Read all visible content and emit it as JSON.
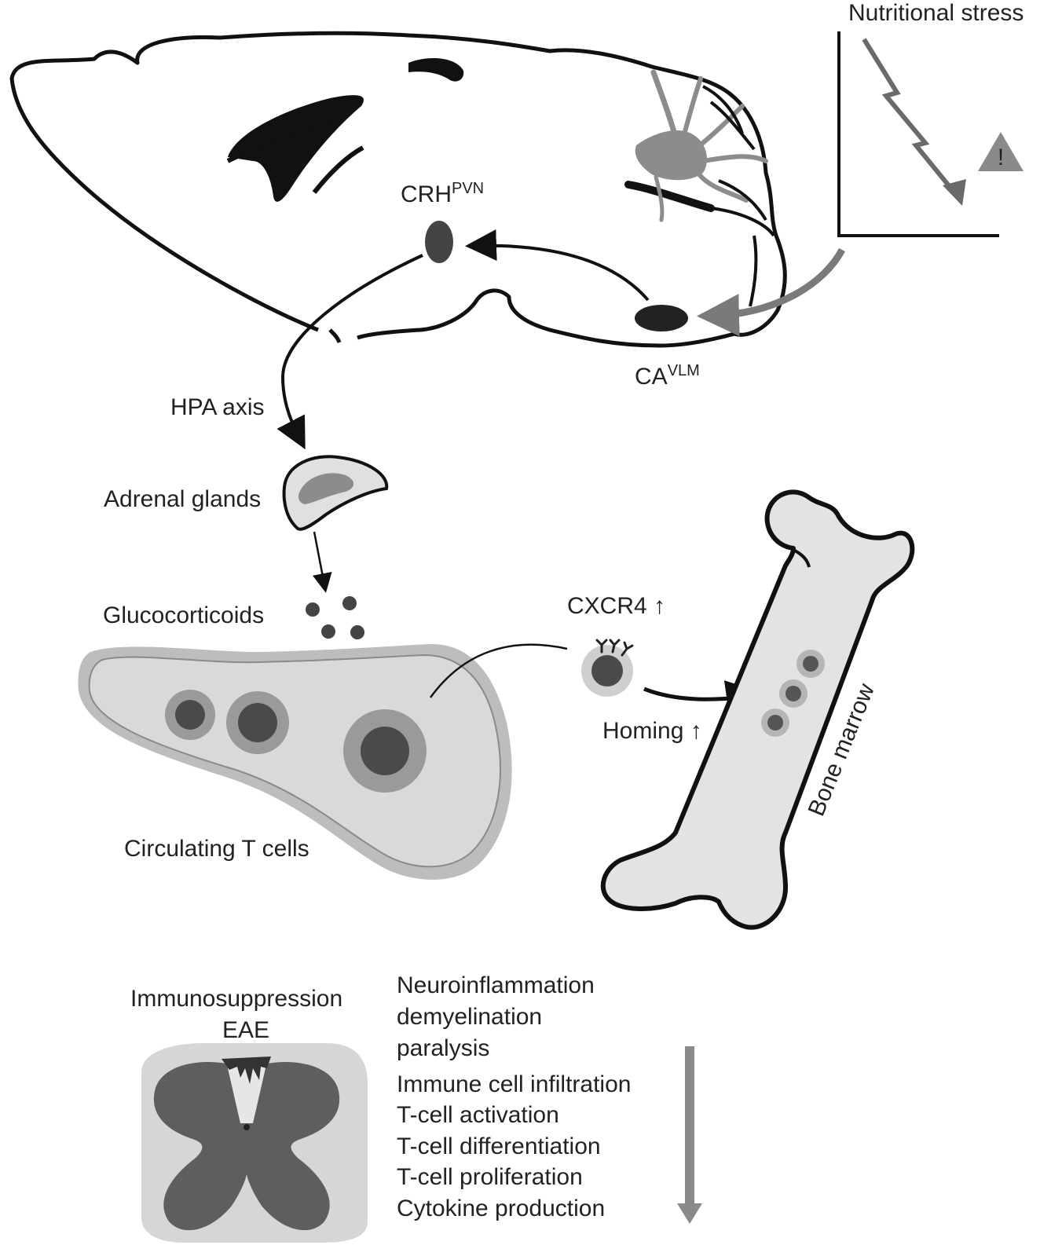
{
  "labels": {
    "nutritional_stress": "Nutritional stress",
    "crh": "CRH",
    "crh_sup": "PVN",
    "ca": "CA",
    "ca_sup": "VLM",
    "hpa_axis": "HPA axis",
    "adrenal_glands": "Adrenal glands",
    "glucocorticoids": "Glucocorticoids",
    "circulating_t_cells": "Circulating T cells",
    "cxcr4": "CXCR4 ↑",
    "homing": "Homing ↑",
    "bone_marrow": "Bone marrow",
    "immunosuppression": "Immunosuppression",
    "eae": "EAE",
    "warning_mark": "!"
  },
  "outcomes": [
    "Neuroinflammation",
    "demyelination",
    "paralysis",
    "Immune cell infiltration",
    "T-cell activation",
    "T-cell differentiation",
    "T-cell proliferation",
    "Cytokine production"
  ],
  "colors": {
    "outline": "#111111",
    "dark_gray": "#4a4a4a",
    "mid_gray": "#8c8c8c",
    "light_gray": "#cfcfcf",
    "pale_gray": "#e3e3e3"
  }
}
